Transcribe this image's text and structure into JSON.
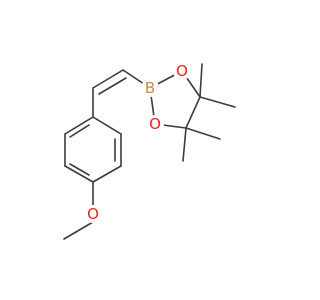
{
  "molecule": {
    "bond_color": "#3c3c3c",
    "atoms": [
      {
        "id": "atom-boron",
        "symbol": "B",
        "color": "#cc8a3d"
      },
      {
        "id": "atom-oxygen-upper",
        "symbol": "O",
        "color": "#e8251c"
      },
      {
        "id": "atom-oxygen-lower",
        "symbol": "O",
        "color": "#e8251c"
      },
      {
        "id": "atom-oxygen-methoxy",
        "symbol": "O",
        "color": "#e8251c"
      }
    ]
  }
}
